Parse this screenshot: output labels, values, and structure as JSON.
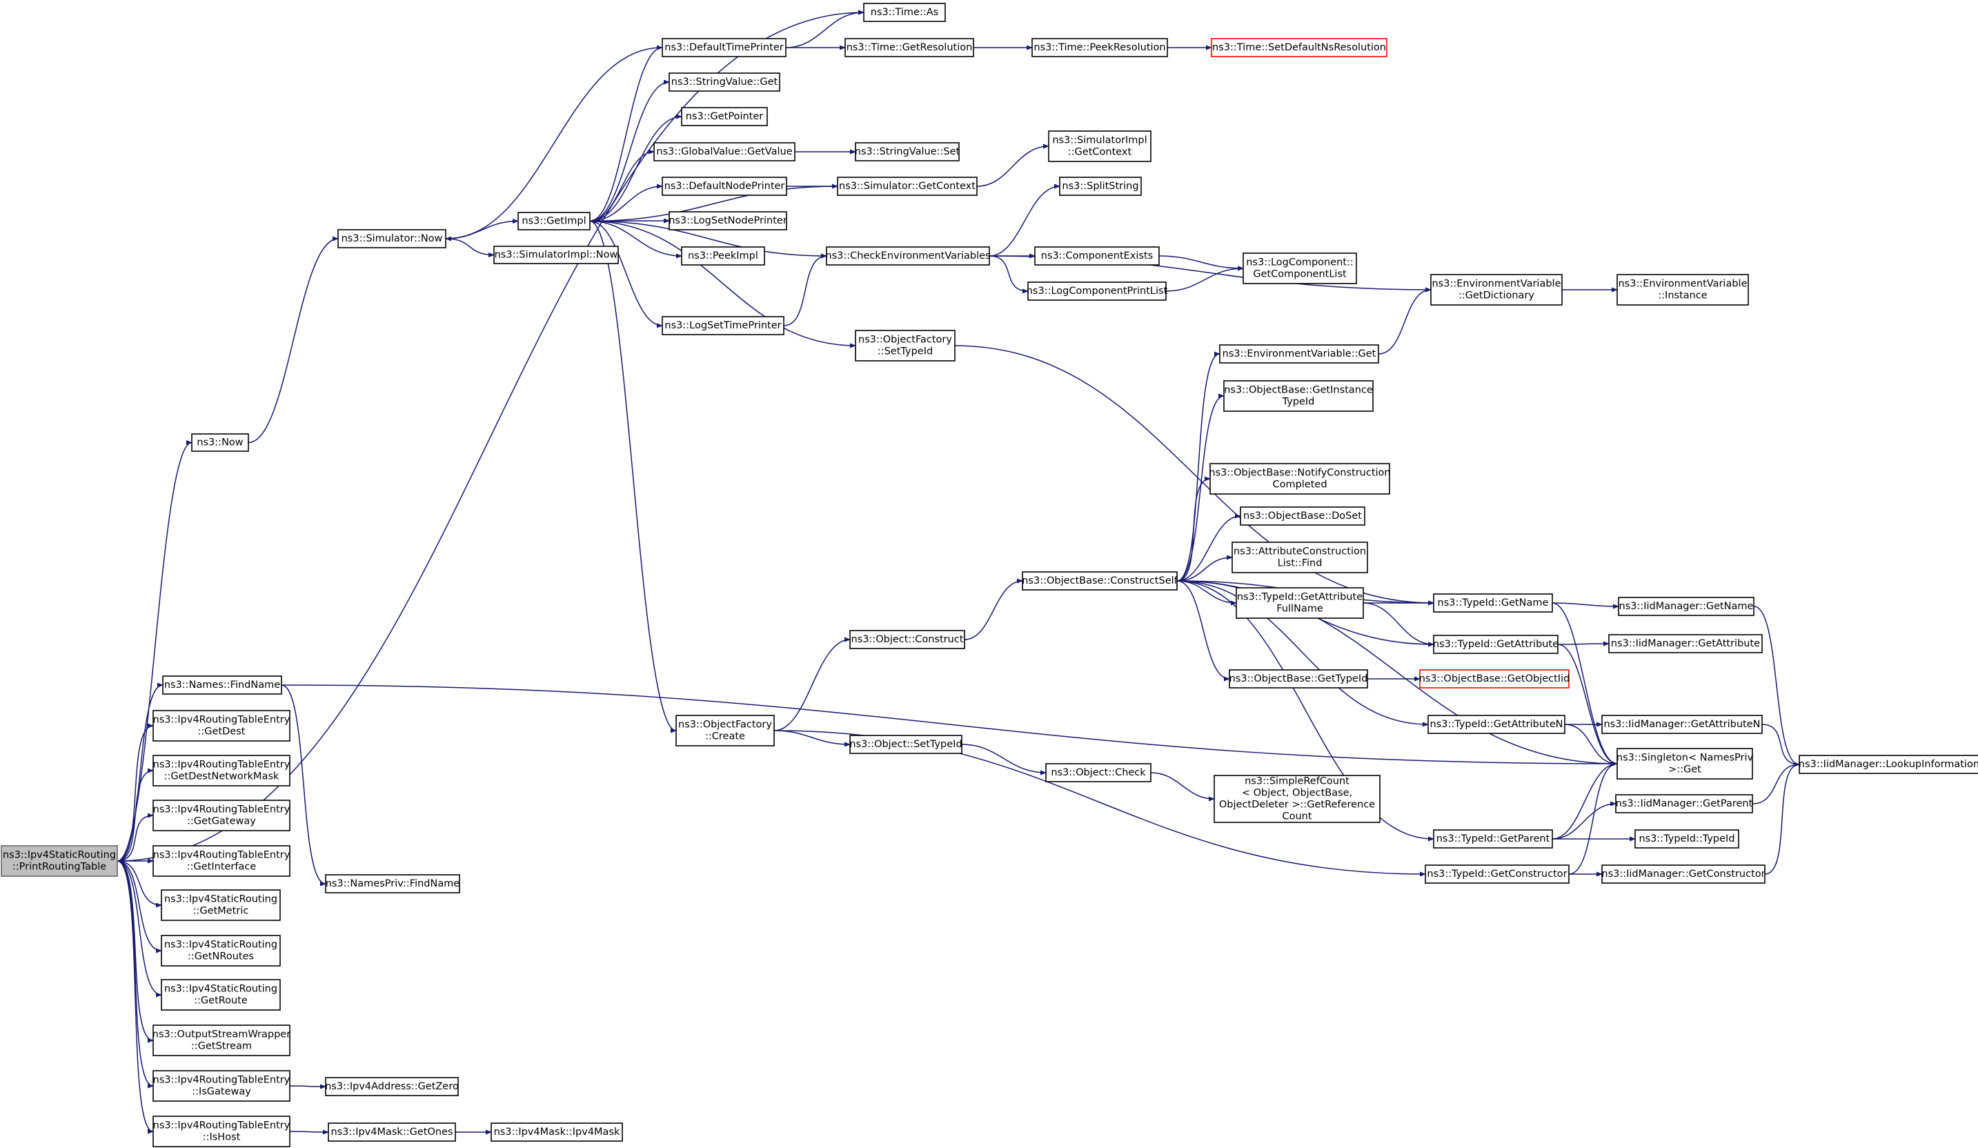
{
  "diagram": {
    "colors": {
      "edge": "#191970",
      "node_border": "#000000",
      "root_fill": "#bfbfbf",
      "truncated_border": "#ff0000"
    },
    "nodes": [
      {
        "id": "root",
        "lines": [
          "ns3::Ipv4StaticRouting",
          "::PrintRoutingTable"
        ],
        "style": "root"
      },
      {
        "id": "now",
        "lines": [
          "ns3::Now"
        ]
      },
      {
        "id": "sim_now",
        "lines": [
          "ns3::Simulator::Now"
        ]
      },
      {
        "id": "getimpl",
        "lines": [
          "ns3::GetImpl"
        ]
      },
      {
        "id": "simimpl_now",
        "lines": [
          "ns3::SimulatorImpl::Now"
        ]
      },
      {
        "id": "time_as",
        "lines": [
          "ns3::Time::As"
        ]
      },
      {
        "id": "def_time_printer",
        "lines": [
          "ns3::DefaultTimePrinter"
        ]
      },
      {
        "id": "time_getres",
        "lines": [
          "ns3::Time::GetResolution"
        ]
      },
      {
        "id": "time_peekres",
        "lines": [
          "ns3::Time::PeekResolution"
        ]
      },
      {
        "id": "time_setdef",
        "lines": [
          "ns3::Time::SetDefaultNsResolution"
        ],
        "style": "truncated"
      },
      {
        "id": "stringvalue_get",
        "lines": [
          "ns3::StringValue::Get"
        ]
      },
      {
        "id": "getpointer",
        "lines": [
          "ns3::GetPointer"
        ]
      },
      {
        "id": "globalvalue_getvalue",
        "lines": [
          "ns3::GlobalValue::GetValue"
        ]
      },
      {
        "id": "stringvalue_set",
        "lines": [
          "ns3::StringValue::Set"
        ]
      },
      {
        "id": "def_node_printer",
        "lines": [
          "ns3::DefaultNodePrinter"
        ]
      },
      {
        "id": "sim_getcontext",
        "lines": [
          "ns3::Simulator::GetContext"
        ]
      },
      {
        "id": "simimpl_getcontext",
        "lines": [
          "ns3::SimulatorImpl",
          "::GetContext"
        ]
      },
      {
        "id": "logsetnodeprinter",
        "lines": [
          "ns3::LogSetNodePrinter"
        ]
      },
      {
        "id": "peekimpl",
        "lines": [
          "ns3::PeekImpl"
        ]
      },
      {
        "id": "check_env",
        "lines": [
          "ns3::CheckEnvironmentVariables"
        ]
      },
      {
        "id": "splitstring",
        "lines": [
          "ns3::SplitString"
        ]
      },
      {
        "id": "compexists",
        "lines": [
          "ns3::ComponentExists"
        ]
      },
      {
        "id": "logcompprintlist",
        "lines": [
          "ns3::LogComponentPrintList"
        ]
      },
      {
        "id": "logcomp_getlist",
        "lines": [
          "ns3::LogComponent::",
          "GetComponentList"
        ]
      },
      {
        "id": "logsettimeprinter",
        "lines": [
          "ns3::LogSetTimePrinter"
        ]
      },
      {
        "id": "objfactory_settypeid",
        "lines": [
          "ns3::ObjectFactory",
          "::SetTypeId"
        ]
      },
      {
        "id": "envvar_getdict",
        "lines": [
          "ns3::EnvironmentVariable",
          "::GetDictionary"
        ]
      },
      {
        "id": "envvar_instance",
        "lines": [
          "ns3::EnvironmentVariable",
          "::Instance"
        ]
      },
      {
        "id": "envvar_get",
        "lines": [
          "ns3::EnvironmentVariable::Get"
        ]
      },
      {
        "id": "objbase_getinstancetypeid",
        "lines": [
          "ns3::ObjectBase::GetInstance",
          "TypeId"
        ]
      },
      {
        "id": "objbase_notify",
        "lines": [
          "ns3::ObjectBase::NotifyConstruction",
          "Completed"
        ]
      },
      {
        "id": "objbase_doset",
        "lines": [
          "ns3::ObjectBase::DoSet"
        ]
      },
      {
        "id": "attrconstrlist_find",
        "lines": [
          "ns3::AttributeConstruction",
          "List::Find"
        ]
      },
      {
        "id": "objbase_constructself",
        "lines": [
          "ns3::ObjectBase::ConstructSelf"
        ]
      },
      {
        "id": "typeid_getattrfullname",
        "lines": [
          "ns3::TypeId::GetAttribute",
          "FullName"
        ]
      },
      {
        "id": "typeid_getname",
        "lines": [
          "ns3::TypeId::GetName"
        ]
      },
      {
        "id": "iidmgr_getname",
        "lines": [
          "ns3::IidManager::GetName"
        ]
      },
      {
        "id": "typeid_getattribute",
        "lines": [
          "ns3::TypeId::GetAttribute"
        ]
      },
      {
        "id": "iidmgr_getattribute",
        "lines": [
          "ns3::IidManager::GetAttribute"
        ]
      },
      {
        "id": "objbase_gettypeid",
        "lines": [
          "ns3::ObjectBase::GetTypeId"
        ]
      },
      {
        "id": "objbase_getobjectiid",
        "lines": [
          "ns3::ObjectBase::GetObjectIid"
        ],
        "style": "truncated"
      },
      {
        "id": "object_construct",
        "lines": [
          "ns3::Object::Construct"
        ]
      },
      {
        "id": "names_findname",
        "lines": [
          "ns3::Names::FindName"
        ]
      },
      {
        "id": "namespriv_findname",
        "lines": [
          "ns3::NamesPriv::FindName"
        ]
      },
      {
        "id": "objfactory_create",
        "lines": [
          "ns3::ObjectFactory",
          "::Create"
        ]
      },
      {
        "id": "object_settypeid",
        "lines": [
          "ns3::Object::SetTypeId"
        ]
      },
      {
        "id": "object_check",
        "lines": [
          "ns3::Object::Check"
        ]
      },
      {
        "id": "simplerefcount",
        "lines": [
          "ns3::SimpleRefCount",
          "< Object, ObjectBase,",
          "ObjectDeleter >::GetReference",
          "Count"
        ]
      },
      {
        "id": "typeid_getattributen",
        "lines": [
          "ns3::TypeId::GetAttributeN"
        ]
      },
      {
        "id": "iidmgr_getattributen",
        "lines": [
          "ns3::IidManager::GetAttributeN"
        ]
      },
      {
        "id": "singleton_get",
        "lines": [
          "ns3::Singleton< NamesPriv",
          ">::Get"
        ]
      },
      {
        "id": "iidmgr_lookup",
        "lines": [
          "ns3::IidManager::LookupInformation"
        ]
      },
      {
        "id": "iidmgr_getparent",
        "lines": [
          "ns3::IidManager::GetParent"
        ]
      },
      {
        "id": "typeid_getparent",
        "lines": [
          "ns3::TypeId::GetParent"
        ]
      },
      {
        "id": "typeid_typeid",
        "lines": [
          "ns3::TypeId::TypeId"
        ]
      },
      {
        "id": "typeid_getconstructor",
        "lines": [
          "ns3::TypeId::GetConstructor"
        ]
      },
      {
        "id": "iidmgr_getconstructor",
        "lines": [
          "ns3::IidManager::GetConstructor"
        ]
      },
      {
        "id": "rte_getdest",
        "lines": [
          "ns3::Ipv4RoutingTableEntry",
          "::GetDest"
        ]
      },
      {
        "id": "rte_getdestmask",
        "lines": [
          "ns3::Ipv4RoutingTableEntry",
          "::GetDestNetworkMask"
        ]
      },
      {
        "id": "rte_getgateway",
        "lines": [
          "ns3::Ipv4RoutingTableEntry",
          "::GetGateway"
        ]
      },
      {
        "id": "rte_getinterface",
        "lines": [
          "ns3::Ipv4RoutingTableEntry",
          "::GetInterface"
        ]
      },
      {
        "id": "sr_getmetric",
        "lines": [
          "ns3::Ipv4StaticRouting",
          "::GetMetric"
        ]
      },
      {
        "id": "sr_getnroutes",
        "lines": [
          "ns3::Ipv4StaticRouting",
          "::GetNRoutes"
        ]
      },
      {
        "id": "sr_getroute",
        "lines": [
          "ns3::Ipv4StaticRouting",
          "::GetRoute"
        ]
      },
      {
        "id": "osw_getstream",
        "lines": [
          "ns3::OutputStreamWrapper",
          "::GetStream"
        ]
      },
      {
        "id": "rte_isgateway",
        "lines": [
          "ns3::Ipv4RoutingTableEntry",
          "::IsGateway"
        ]
      },
      {
        "id": "ipv4addr_getzero",
        "lines": [
          "ns3::Ipv4Address::GetZero"
        ]
      },
      {
        "id": "rte_ishost",
        "lines": [
          "ns3::Ipv4RoutingTableEntry",
          "::IsHost"
        ]
      },
      {
        "id": "ipv4mask_getones",
        "lines": [
          "ns3::Ipv4Mask::GetOnes"
        ]
      },
      {
        "id": "ipv4mask_ctor",
        "lines": [
          "ns3::Ipv4Mask::Ipv4Mask"
        ]
      }
    ],
    "edges": [
      [
        "root",
        "time_as"
      ],
      [
        "root",
        "now"
      ],
      [
        "root",
        "names_findname"
      ],
      [
        "root",
        "rte_getdest"
      ],
      [
        "root",
        "rte_getdestmask"
      ],
      [
        "root",
        "rte_getgateway"
      ],
      [
        "root",
        "rte_getinterface"
      ],
      [
        "root",
        "sr_getmetric"
      ],
      [
        "root",
        "sr_getnroutes"
      ],
      [
        "root",
        "sr_getroute"
      ],
      [
        "root",
        "osw_getstream"
      ],
      [
        "root",
        "rte_isgateway"
      ],
      [
        "root",
        "rte_ishost"
      ],
      [
        "now",
        "sim_now"
      ],
      [
        "sim_now",
        "getimpl"
      ],
      [
        "sim_now",
        "simimpl_now"
      ],
      [
        "getimpl",
        "def_time_printer"
      ],
      [
        "getimpl",
        "stringvalue_get"
      ],
      [
        "getimpl",
        "getpointer"
      ],
      [
        "getimpl",
        "globalvalue_getvalue"
      ],
      [
        "getimpl",
        "def_node_printer"
      ],
      [
        "getimpl",
        "logsetnodeprinter"
      ],
      [
        "getimpl",
        "peekimpl"
      ],
      [
        "getimpl",
        "check_env"
      ],
      [
        "getimpl",
        "logsettimeprinter"
      ],
      [
        "getimpl",
        "objfactory_settypeid"
      ],
      [
        "getimpl",
        "objfactory_create"
      ],
      [
        "def_time_printer",
        "sim_now"
      ],
      [
        "def_time_printer",
        "time_as"
      ],
      [
        "def_time_printer",
        "time_getres"
      ],
      [
        "time_getres",
        "time_peekres"
      ],
      [
        "time_peekres",
        "time_setdef"
      ],
      [
        "globalvalue_getvalue",
        "stringvalue_set"
      ],
      [
        "def_node_printer",
        "sim_getcontext"
      ],
      [
        "sim_getcontext",
        "getimpl"
      ],
      [
        "sim_getcontext",
        "simimpl_getcontext"
      ],
      [
        "logsettimeprinter",
        "check_env"
      ],
      [
        "check_env",
        "splitstring"
      ],
      [
        "check_env",
        "compexists"
      ],
      [
        "check_env",
        "logcompprintlist"
      ],
      [
        "check_env",
        "envvar_getdict"
      ],
      [
        "compexists",
        "logcomp_getlist"
      ],
      [
        "logcompprintlist",
        "logcomp_getlist"
      ],
      [
        "envvar_getdict",
        "envvar_instance"
      ],
      [
        "envvar_get",
        "envvar_getdict"
      ],
      [
        "objfactory_settypeid",
        "typeid_getname"
      ],
      [
        "objfactory_create",
        "object_construct"
      ],
      [
        "objfactory_create",
        "object_settypeid"
      ],
      [
        "objfactory_create",
        "typeid_getconstructor"
      ],
      [
        "object_construct",
        "objbase_constructself"
      ],
      [
        "objbase_constructself",
        "envvar_get"
      ],
      [
        "objbase_constructself",
        "objbase_getinstancetypeid"
      ],
      [
        "objbase_constructself",
        "objbase_notify"
      ],
      [
        "objbase_constructself",
        "objbase_doset"
      ],
      [
        "objbase_constructself",
        "attrconstrlist_find"
      ],
      [
        "objbase_constructself",
        "typeid_getattrfullname"
      ],
      [
        "objbase_constructself",
        "typeid_getname"
      ],
      [
        "objbase_constructself",
        "typeid_getattribute"
      ],
      [
        "objbase_constructself",
        "objbase_gettypeid"
      ],
      [
        "objbase_constructself",
        "typeid_getattributen"
      ],
      [
        "objbase_constructself",
        "singleton_get"
      ],
      [
        "objbase_constructself",
        "typeid_getparent"
      ],
      [
        "typeid_getattrfullname",
        "typeid_getname"
      ],
      [
        "typeid_getattrfullname",
        "typeid_getattribute"
      ],
      [
        "typeid_getname",
        "iidmgr_getname"
      ],
      [
        "typeid_getname",
        "singleton_get"
      ],
      [
        "typeid_getattribute",
        "iidmgr_getattribute"
      ],
      [
        "typeid_getattribute",
        "singleton_get"
      ],
      [
        "objbase_gettypeid",
        "objbase_getobjectiid"
      ],
      [
        "typeid_getattributen",
        "iidmgr_getattributen"
      ],
      [
        "typeid_getattributen",
        "singleton_get"
      ],
      [
        "iidmgr_getname",
        "iidmgr_lookup"
      ],
      [
        "iidmgr_getattributen",
        "iidmgr_lookup"
      ],
      [
        "iidmgr_getparent",
        "iidmgr_lookup"
      ],
      [
        "iidmgr_getconstructor",
        "iidmgr_lookup"
      ],
      [
        "object_settypeid",
        "object_check"
      ],
      [
        "object_check",
        "simplerefcount"
      ],
      [
        "typeid_getparent",
        "iidmgr_getparent"
      ],
      [
        "typeid_getparent",
        "typeid_typeid"
      ],
      [
        "typeid_getparent",
        "singleton_get"
      ],
      [
        "typeid_getconstructor",
        "iidmgr_getconstructor"
      ],
      [
        "typeid_getconstructor",
        "singleton_get"
      ],
      [
        "names_findname",
        "namespriv_findname"
      ],
      [
        "names_findname",
        "singleton_get"
      ],
      [
        "rte_isgateway",
        "ipv4addr_getzero"
      ],
      [
        "rte_ishost",
        "ipv4mask_getones"
      ],
      [
        "ipv4mask_getones",
        "ipv4mask_ctor"
      ]
    ]
  }
}
